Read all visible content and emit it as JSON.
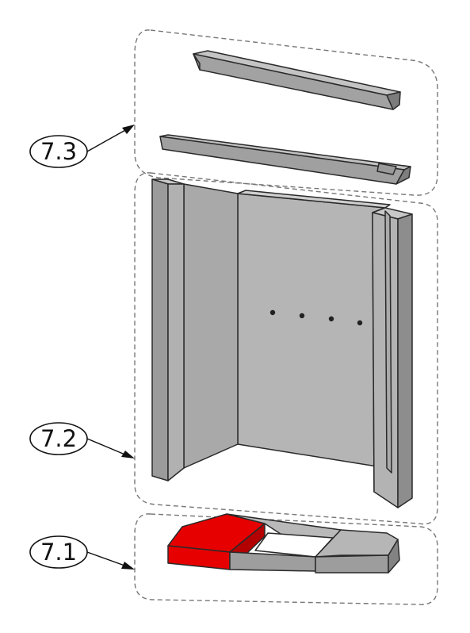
{
  "callouts": {
    "c73": "7.3",
    "c72": "7.2",
    "c71": "7.1"
  },
  "colors": {
    "panel_light": "#b8b8b8",
    "panel_mid": "#9a9a9a",
    "panel_dark": "#7e7e7e",
    "edge": "#2a2a2a",
    "highlight": "#e60000",
    "highlight_dark": "#b30000"
  }
}
